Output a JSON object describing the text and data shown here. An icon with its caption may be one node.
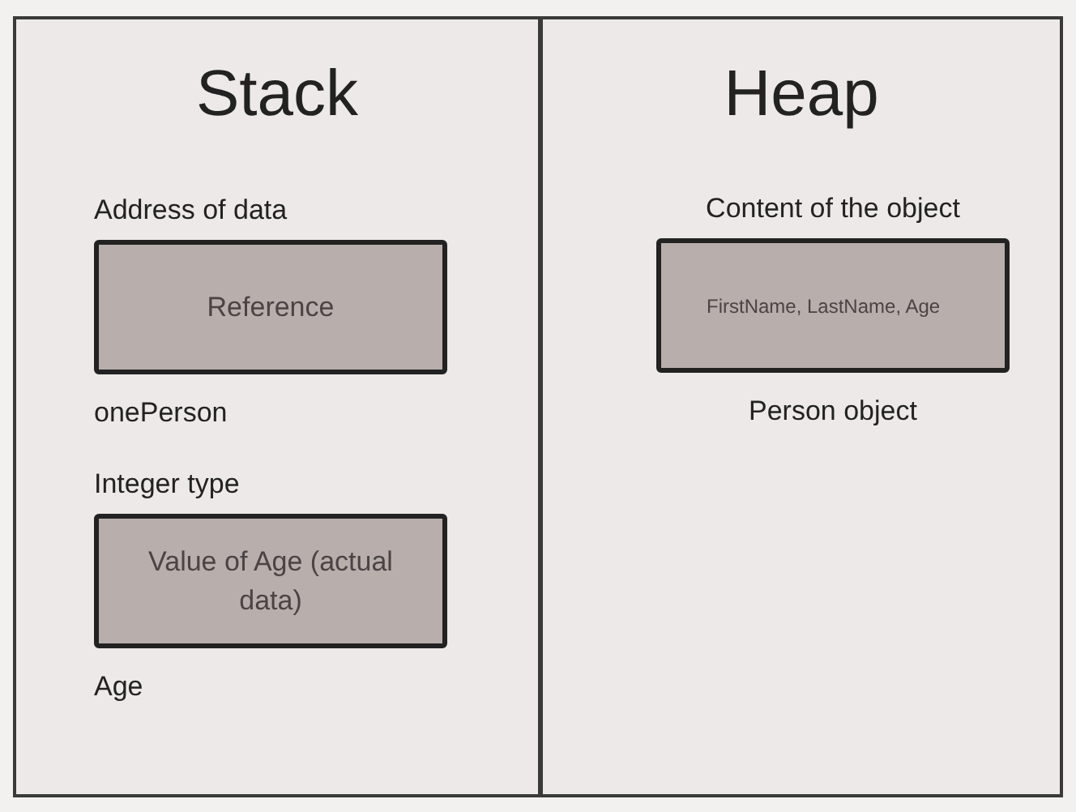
{
  "diagram": {
    "nodes": [
      {
        "text": [
          "Stack"
        ]
      },
      {
        "text": [
          "Heap"
        ]
      },
      {
        "text": [
          "Address of data",
          "Reference"
        ],
        "beside": [
          "onePerson"
        ],
        "in": 0
      },
      {
        "text": [
          "Integer type",
          "Value of Age (actual data)"
        ],
        "beside": [
          "Age"
        ],
        "in": 0
      },
      {
        "text": [
          "Content of the object",
          "FirstName, LastName, Age"
        ],
        "beside": [
          "Person object"
        ],
        "in": 1
      }
    ]
  }
}
